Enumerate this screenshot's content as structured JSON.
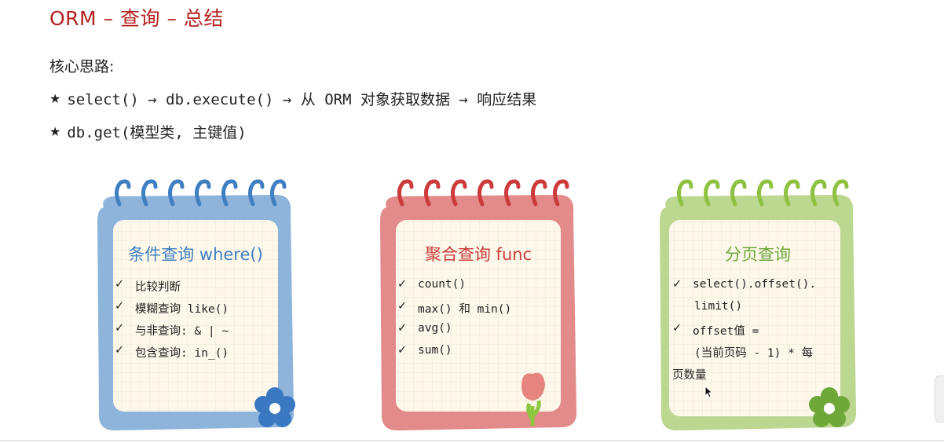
{
  "slide": {
    "title": "ORM – 查询 – 总结",
    "section_label": "核心思路:",
    "bullets": [
      {
        "star": "★",
        "text": "select() → db.execute() → 从 ORM 对象获取数据 → 响应结果"
      },
      {
        "star": "★",
        "text": "db.get(模型类, 主键值)"
      }
    ]
  },
  "cards": {
    "where": {
      "heading": "条件查询 where()",
      "color": "#3f7fc1",
      "items": [
        "比较判断",
        "模糊查询 like()",
        "与非查询: & | ~",
        "包含查询: in_()"
      ]
    },
    "func": {
      "heading": "聚合查询 func",
      "color": "#cc3b3b",
      "items": [
        "count()",
        "max() 和 min()",
        "avg()",
        "sum()"
      ]
    },
    "pagination": {
      "heading": "分页查询",
      "color": "#6fa83a",
      "lines": [
        "select().offset().",
        "limit()",
        "offset值 =",
        "(当前页码 - 1) * 每",
        "页数量"
      ]
    }
  },
  "check_mark": "✓"
}
